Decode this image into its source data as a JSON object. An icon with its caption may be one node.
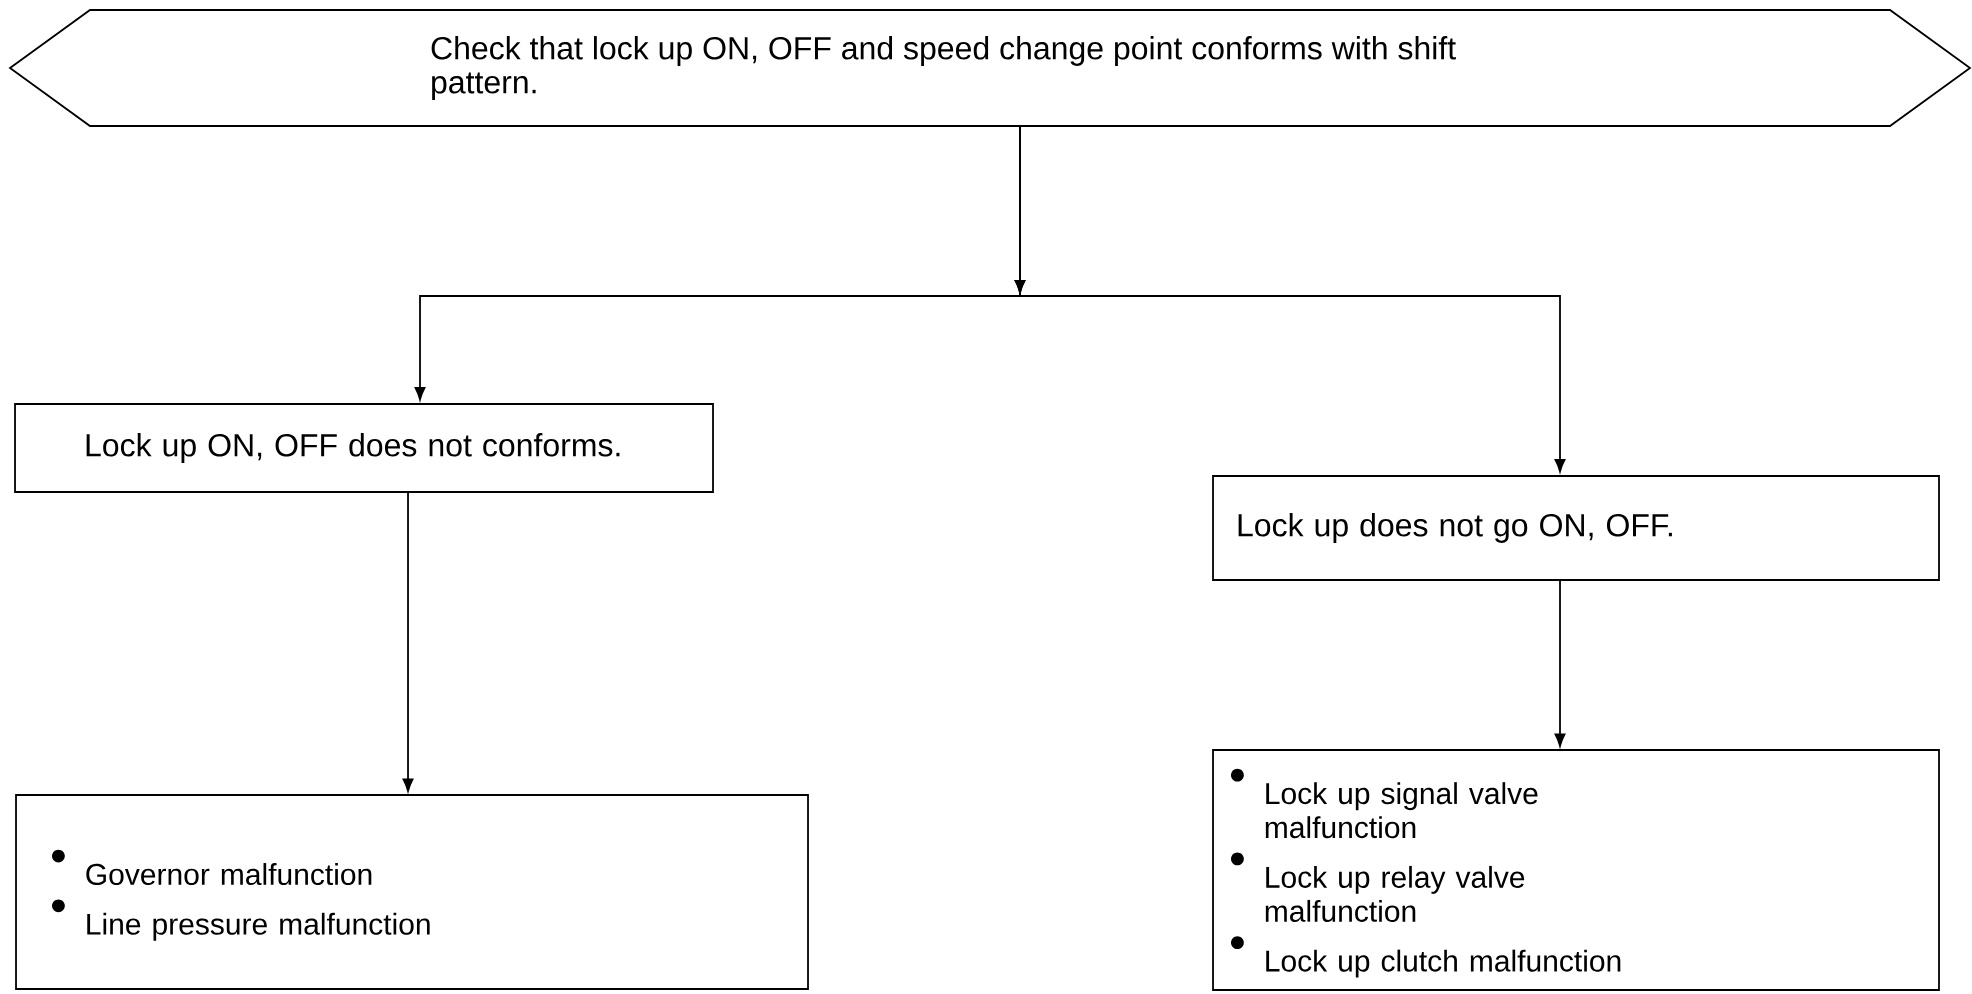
{
  "diagram": {
    "nodes": [
      {
        "text": [
          "Check that lock up ON, OFF and speed change point conforms with shift pattern."
        ]
      },
      {
        "text": [
          "Lock up ON, OFF does not conforms."
        ]
      },
      {
        "text": [
          "Lock up does not go ON, OFF."
        ]
      },
      {
        "text": [
          "Governor malfunction",
          "Line pressure malfunction"
        ]
      },
      {
        "text": [
          "Lock up signal valve malfunction",
          "Lock up relay valve malfunction",
          "Lock up clutch malfunction"
        ]
      }
    ],
    "edges": [
      {
        "from": 0,
        "to": 1,
        "arrow": "to"
      },
      {
        "from": 0,
        "to": 2,
        "arrow": "to"
      },
      {
        "from": 1,
        "to": 3,
        "arrow": "to"
      },
      {
        "from": 2,
        "to": 4,
        "arrow": "to"
      }
    ]
  }
}
